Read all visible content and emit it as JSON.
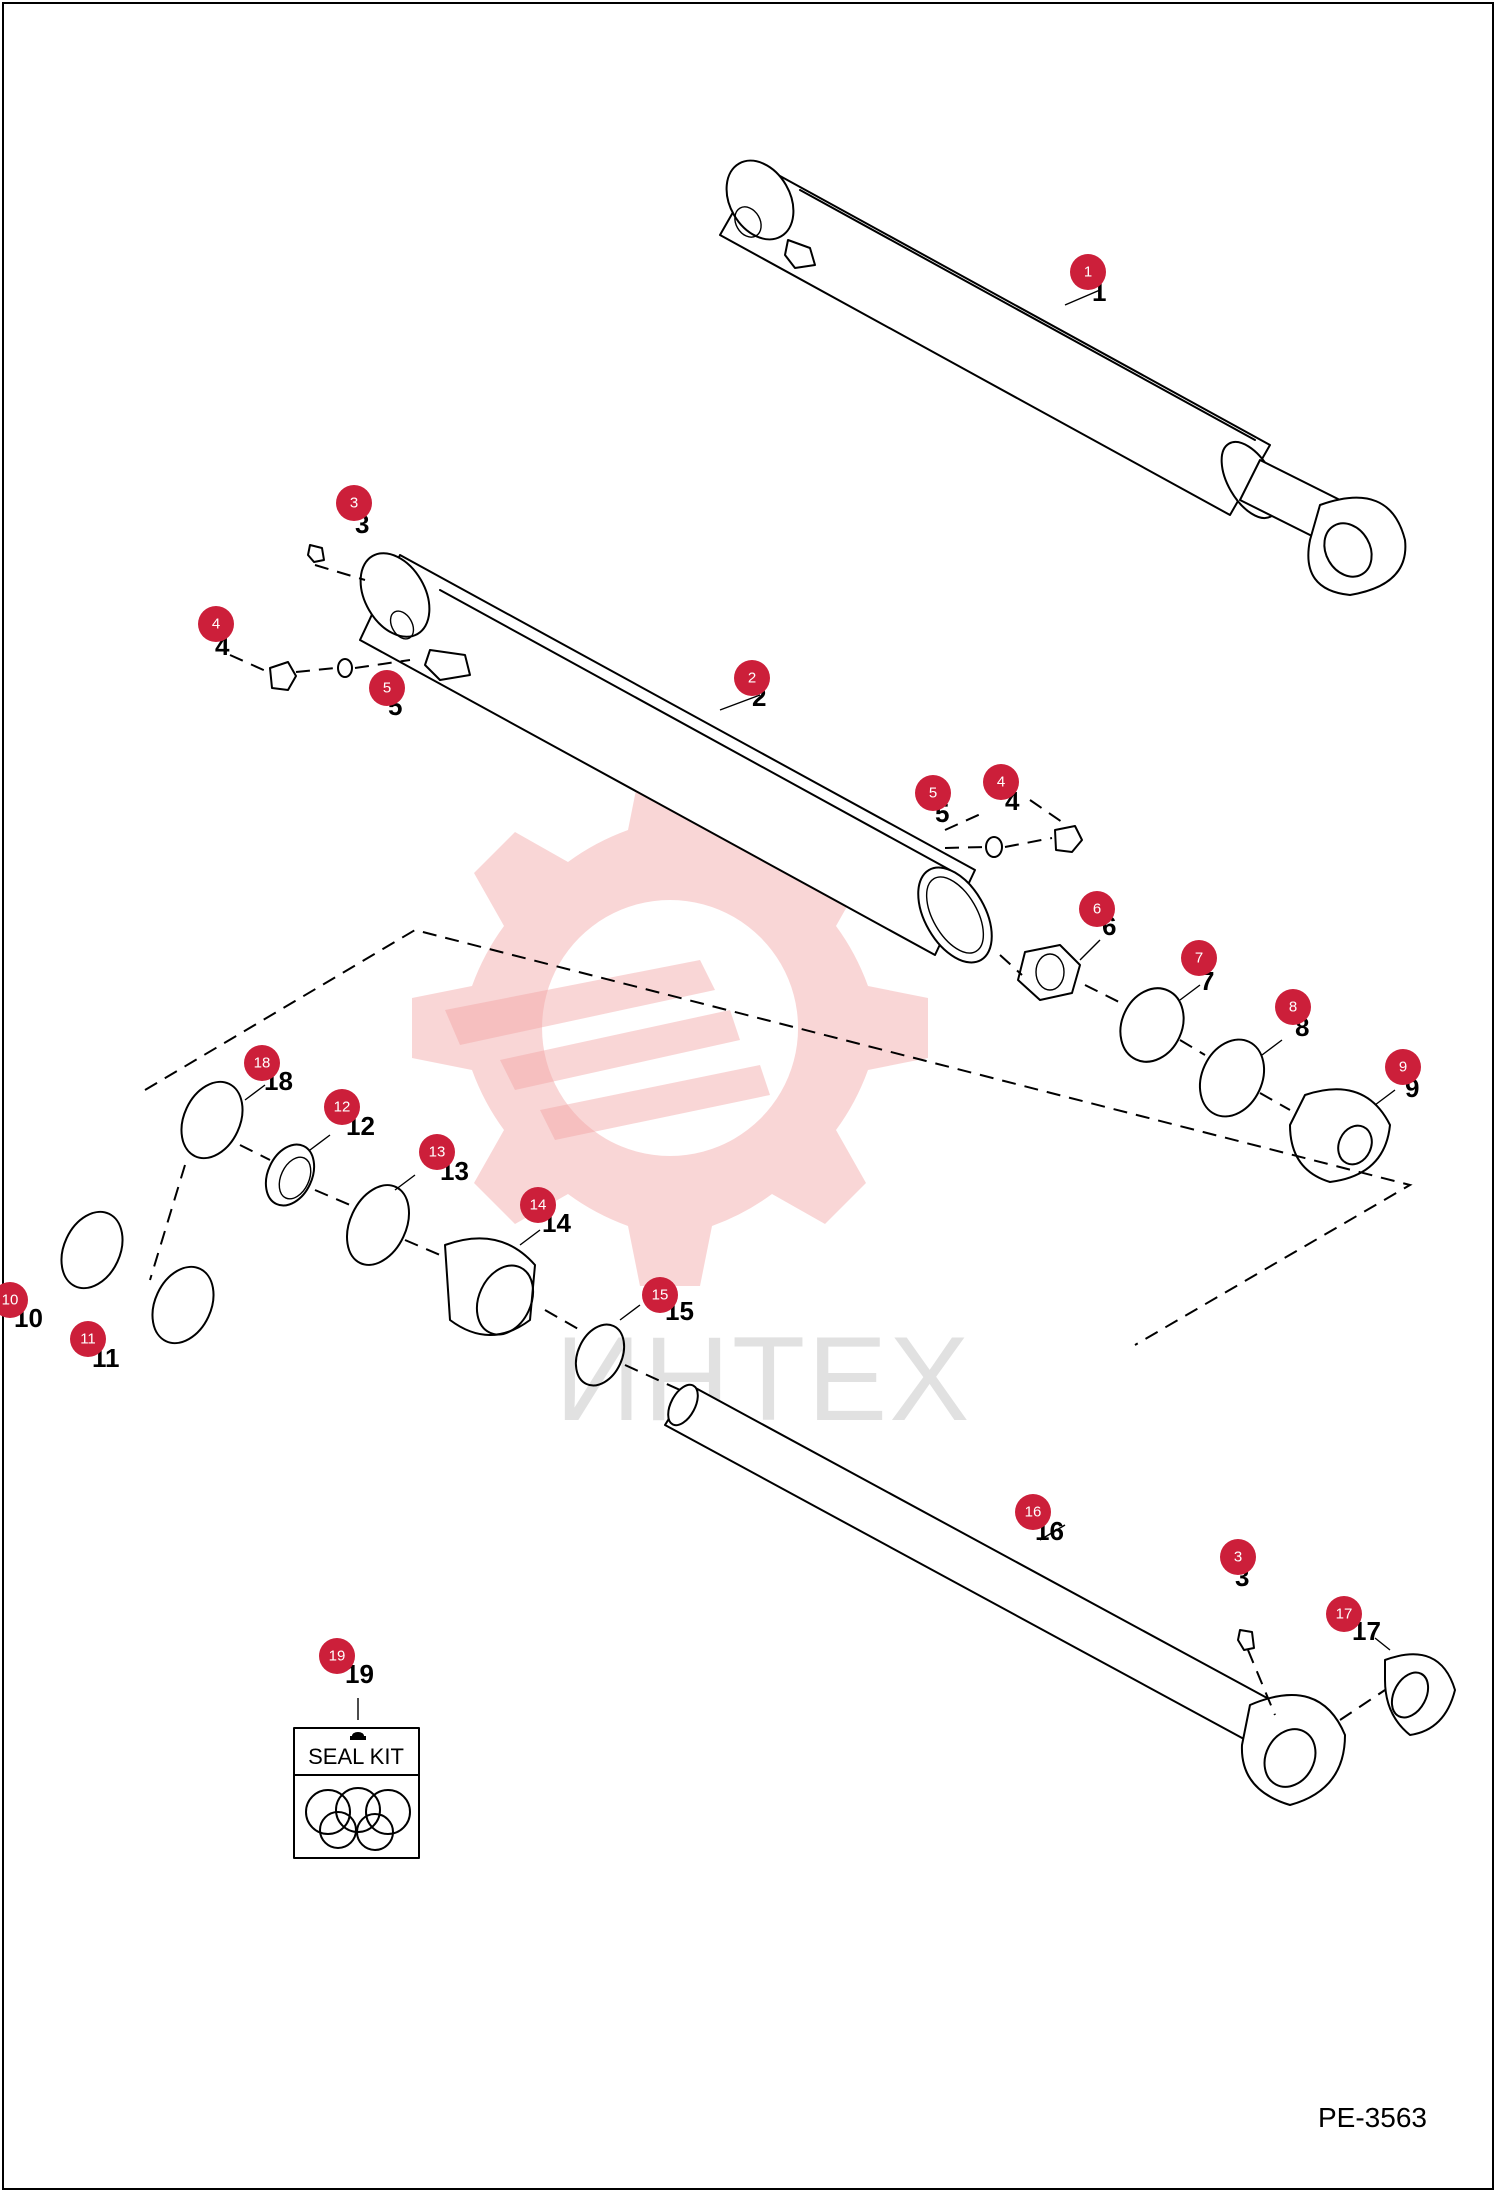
{
  "watermark": {
    "text": "ИНТЕХ",
    "color": "#f2a5a5"
  },
  "callout_color": "#cc1f3a",
  "document_code": "PE-3563",
  "seal_kit": {
    "label": "SEAL KIT"
  },
  "callouts": {
    "c1": "1",
    "c2": "2",
    "c3a": "3",
    "c3b": "3",
    "c4a": "4",
    "c4b": "4",
    "c5a": "5",
    "c5b": "5",
    "c6": "6",
    "c7": "7",
    "c8": "8",
    "c9": "9",
    "c10": "10",
    "c11": "11",
    "c12": "12",
    "c13": "13",
    "c14": "14",
    "c15": "15",
    "c16": "16",
    "c17": "17",
    "c18": "18",
    "c19": "19"
  },
  "part_numbers": {
    "p1": "1",
    "p2": "2",
    "p3a": "3",
    "p3b": "3",
    "p4a": "4",
    "p4b": "4",
    "p5a": "5",
    "p5b": "5",
    "p6": "6",
    "p7": "7",
    "p8": "8",
    "p9": "9",
    "p10": "10",
    "p11": "11",
    "p12": "12",
    "p13": "13",
    "p14": "14",
    "p15": "15",
    "p16": "16",
    "p17": "17",
    "p18": "18",
    "p19": "19"
  }
}
